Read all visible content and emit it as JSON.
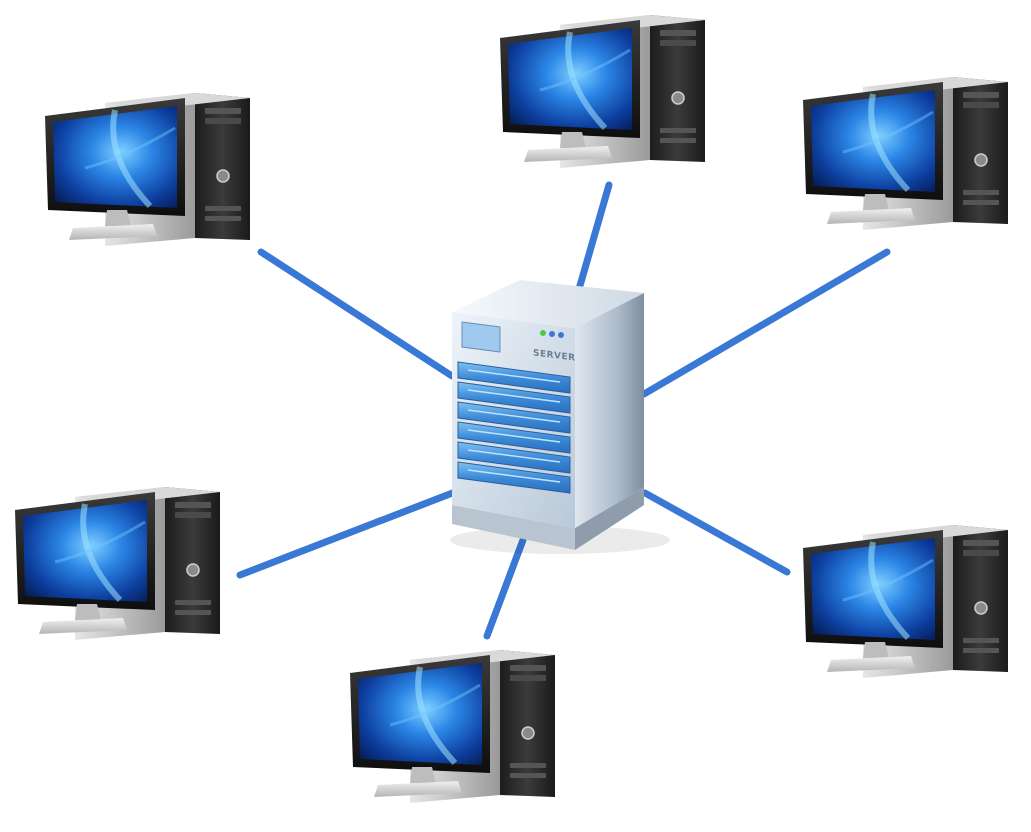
{
  "diagram": {
    "type": "star-network",
    "server": {
      "label": "SERVER",
      "icon": "server-tower-icon"
    },
    "workstations": [
      {
        "id": "workstation-top-left",
        "icon": "desktop-computer-icon"
      },
      {
        "id": "workstation-top-center",
        "icon": "desktop-computer-icon"
      },
      {
        "id": "workstation-top-right",
        "icon": "desktop-computer-icon"
      },
      {
        "id": "workstation-bottom-left",
        "icon": "desktop-computer-icon"
      },
      {
        "id": "workstation-bottom-center",
        "icon": "desktop-computer-icon"
      },
      {
        "id": "workstation-bottom-right",
        "icon": "desktop-computer-icon"
      }
    ],
    "colors": {
      "link": "#3a78d6",
      "screen": "#1f6bd8",
      "server_body": "#c9d6e3",
      "server_bays": "#4a90d9",
      "tower": "#2b2b2b",
      "background": "#ffffff"
    }
  }
}
